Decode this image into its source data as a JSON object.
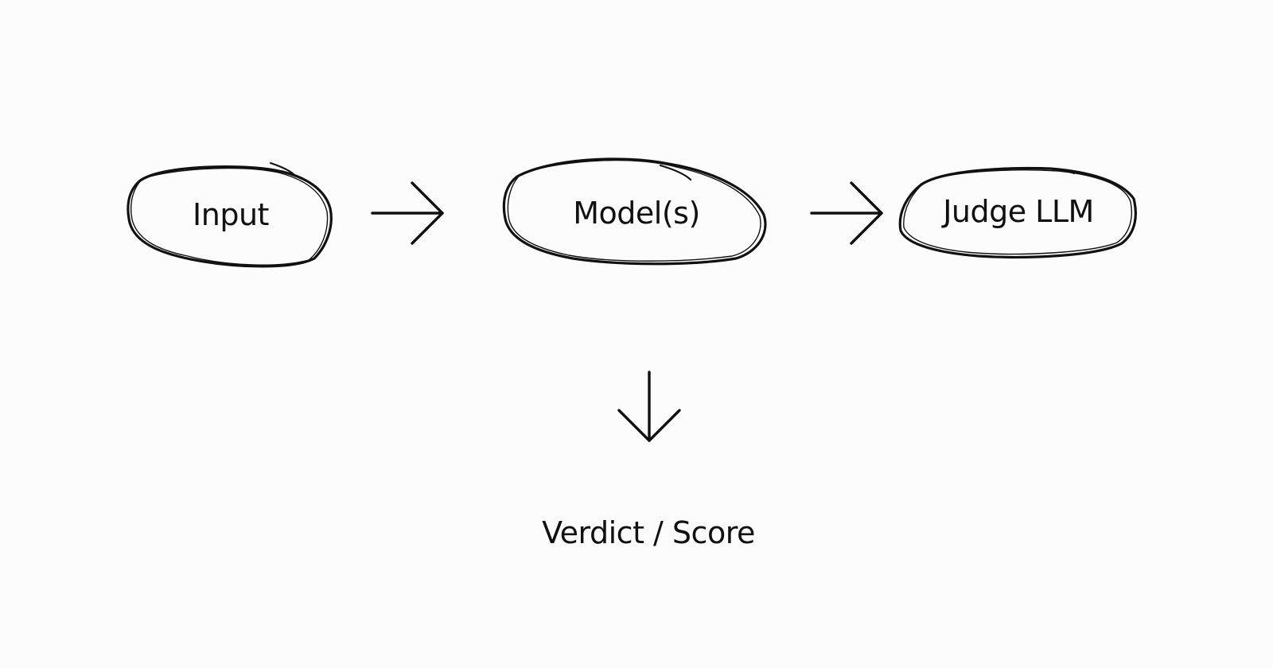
{
  "diagram": {
    "nodes": [
      {
        "id": "input",
        "label": "Input"
      },
      {
        "id": "models",
        "label": "Model(s)"
      },
      {
        "id": "judge",
        "label": "Judge LLM"
      }
    ],
    "edges": [
      {
        "from": "input",
        "to": "models"
      },
      {
        "from": "models",
        "to": "judge"
      },
      {
        "from": "models",
        "to": "result"
      }
    ],
    "result": {
      "label": "Verdict / Score"
    }
  },
  "colors": {
    "ink": "#111111",
    "background": "#fcfcfc"
  }
}
